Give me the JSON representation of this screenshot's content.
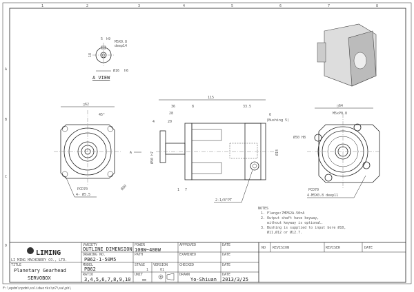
{
  "grid": {
    "columns": [
      "1",
      "2",
      "3",
      "4",
      "5",
      "6",
      "7",
      "8"
    ],
    "rows": [
      "A",
      "B",
      "C",
      "D"
    ]
  },
  "a_view": {
    "title": "A VIEW",
    "key_width": "5",
    "key_tol": "h9",
    "height": "18",
    "thread": "M5X0.8",
    "thread_depth": "deep14",
    "shaft_dia": "Ø16",
    "shaft_tol": "h6"
  },
  "front_view": {
    "square": "□62",
    "angle": "45°",
    "pcd": "PCD70",
    "holes": "4- Ø5.5",
    "dia": "Ø80",
    "arrow": "A"
  },
  "side_view": {
    "overall": "115",
    "d36": "36",
    "d8": "8",
    "d28": "28",
    "d4": "4",
    "d20": "20",
    "d33_5": "33.5",
    "d6": "6",
    "bushing": "(Bushing 5)",
    "pilot": "Ø50 h7",
    "bore": "Ø14",
    "d1": "1",
    "d7": "7",
    "port": "2-1/8\"PT"
  },
  "rear_view": {
    "square": "□64",
    "thread": "M5xP0.8",
    "pilot": "Ø50 H8",
    "pcd": "PCD70",
    "holes": "4-M5X0.8 deep11"
  },
  "notes": {
    "title": "NOTES",
    "lines": [
      "1. Flange:7MP62A-50=A",
      "2. Output shaft have keyway,",
      "   without keyway is optional.",
      "3. Bushing is supplied to input bore Ø10,",
      "   Ø11,Ø12 or Ø12.7."
    ]
  },
  "title_block": {
    "logo": "LIMING",
    "company": "LI MING MACHINERY CO., LTD.",
    "variety_label": "VARIETY",
    "variety": "OUTLINE DIMENSION",
    "power_label": "POWER",
    "power": "100W~400W",
    "approved_label": "APPROVED",
    "date_label": "DATE",
    "drawing_no_label": "DRAWING NO.",
    "drawing_no": "PB62-1-50M5",
    "path_label": "PATH",
    "examined_label": "EXAMINED",
    "title_label": "TITLE",
    "title1": "Planetary Gearhead",
    "title2": "SERVOBOX",
    "model_label": "MODEL",
    "model": "PB62",
    "stage_label": "STAGE",
    "stage": "1",
    "version_label": "VERSION",
    "version": "01",
    "checked_label": "CHECKED",
    "ratio_label": "RATIO",
    "ratio": "3,4,5,6,7,8,9,10",
    "unit_label": "UNIT",
    "unit": "mm",
    "drawn_label": "DRAWN",
    "drawn": "Yo-Shiuan",
    "drawn_date": "2013/3/25",
    "no_label": "NO",
    "revision_label": "REVISION",
    "reviser_label": "REVISER"
  },
  "file_path": "F:\\epdm\\npdm\\solidworks\\m7\\sa\\pb\\"
}
